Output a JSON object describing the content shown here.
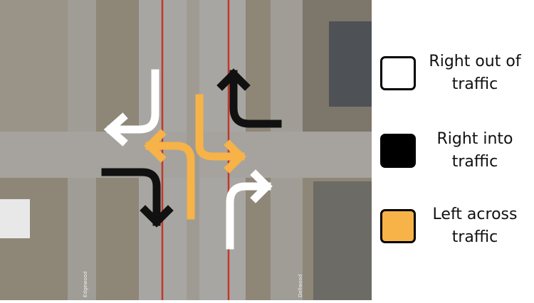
{
  "map": {
    "street_labels": [
      "Edgewood",
      "Dellwood"
    ],
    "colors": {
      "white_arrow": "#ffffff",
      "black_arrow": "#111111",
      "orange_arrow": "#f7b347",
      "lane_line": "#c0392b"
    }
  },
  "legend": {
    "items": [
      {
        "label": "Right out of traffic",
        "color": "#ffffff"
      },
      {
        "label": "Right into traffic",
        "color": "#000000"
      },
      {
        "label": "Left across traffic",
        "color": "#f7b347"
      }
    ]
  }
}
